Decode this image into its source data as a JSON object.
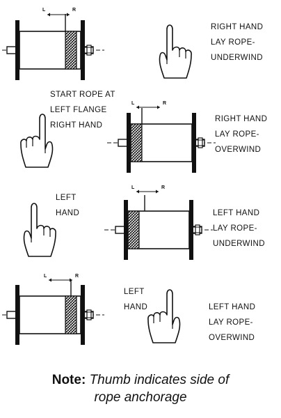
{
  "diagram": {
    "labels": {
      "right_hand_underwind": [
        "RIGHT HAND",
        "LAY ROPE-",
        "UNDERWIND"
      ],
      "start_rope": [
        "START ROPE AT",
        "LEFT FLANGE",
        "RIGHT HAND"
      ],
      "right_hand_overwind": [
        "RIGHT HAND",
        "LAY ROPE-",
        "OVERWIND"
      ],
      "left_hand_hint": [
        "LEFT",
        "HAND"
      ],
      "left_hand_underwind": [
        "LEFT HAND",
        "LAY ROPE-",
        "UNDERWIND"
      ],
      "left_hand_label": [
        "LEFT",
        "HAND"
      ],
      "left_hand_overwind": [
        "LEFT HAND",
        "LAY ROPE-",
        "OVERWIND"
      ]
    },
    "arrow_tags": {
      "left": "L",
      "right": "R"
    },
    "note": {
      "prefix": "Note:",
      "line1": "Thumb indicates side of",
      "line2": "rope anchorage"
    },
    "colors": {
      "ink": "#111111",
      "paper": "#ffffff"
    }
  }
}
